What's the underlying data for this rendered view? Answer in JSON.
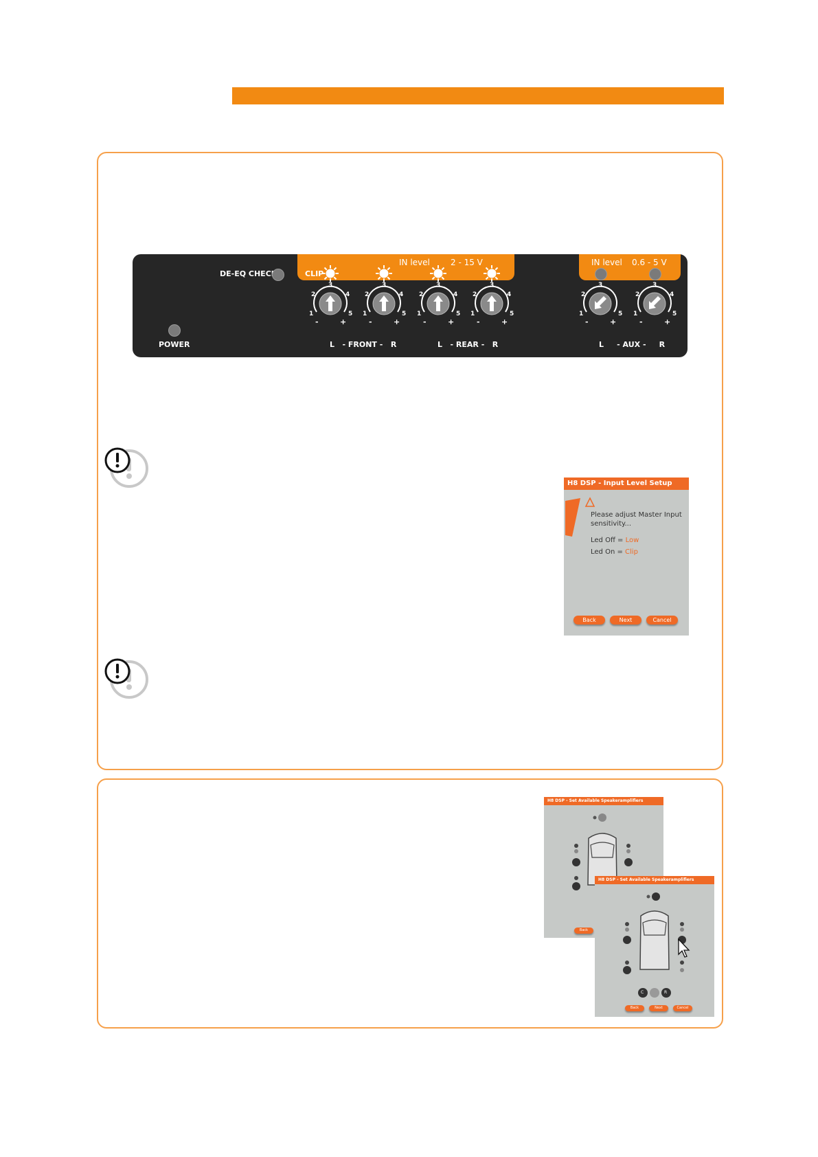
{
  "panel": {
    "de_eq_check": "DE-EQ CHECK",
    "power": "POWER",
    "clip": "CLIP",
    "in_level_front": "IN level",
    "range_front": "2 - 15 V",
    "in_level_aux": "IN level",
    "range_aux": "0.6 - 5 V",
    "scale": {
      "n1": "1",
      "n2": "2",
      "n3": "3",
      "n4": "4",
      "n5": "5",
      "minus": "-",
      "plus": "+"
    },
    "front_label": "L   - FRONT -   R",
    "rear_label": "L   - REAR -   R",
    "aux_label": "L     - AUX -     R"
  },
  "input_dialog": {
    "title": "H8 DSP - Input Level Setup",
    "message": "Please adjust Master Input sensitivity...",
    "led_off_prefix": "Led Off = ",
    "led_off_value": "Low",
    "led_on_prefix": "Led On = ",
    "led_on_value": "Clip",
    "back": "Back",
    "next": "Next",
    "cancel": "Cancel"
  },
  "speaker_dialog_1": {
    "title": "H8 DSP - Set Available Speakeramplifiers",
    "back": "Back"
  },
  "speaker_dialog_2": {
    "title": "H8 DSP - Set Available Speakeramplifiers",
    "back": "Back",
    "next": "Next",
    "cancel": "Cancel",
    "c_label": "C",
    "r_label": "R"
  },
  "colors": {
    "accent": "#f28a12",
    "dialog_orange": "#ef6a26",
    "panel": "#262626"
  }
}
